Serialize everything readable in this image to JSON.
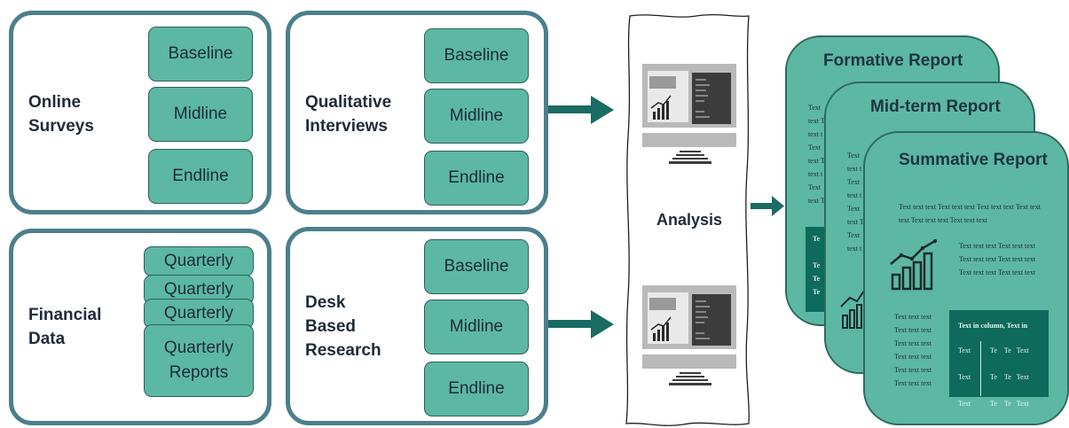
{
  "groups": [
    {
      "label": "Online\nSurveys",
      "items": [
        "Baseline",
        "Midline",
        "Endline"
      ]
    },
    {
      "label": "Qualitative\nInterviews",
      "items": [
        "Baseline",
        "Midline",
        "Endline"
      ]
    },
    {
      "label": "Financial\nData",
      "items": [
        "Quarterly",
        "Quarterly",
        "Quarterly",
        "Quarterly\nReports"
      ]
    },
    {
      "label": "Desk\nBased\nResearch",
      "items": [
        "Baseline",
        "Midline",
        "Endline"
      ]
    }
  ],
  "analysis": {
    "label": "Analysis"
  },
  "reports": [
    {
      "title": "Formative Report"
    },
    {
      "title": "Mid-term Report"
    },
    {
      "title": "Summative Report",
      "paragraph": "Text text text Text text text Text text text Text text\ntext Text text text Text text text",
      "side_text": "Text text text Text text text\nText text text Text text text\nText text text Text text text",
      "left_list": "Text text text\nText text text\nText text text\nText text text\nText text text\nText text text",
      "table_header": "Text in column, Text in"
    }
  ],
  "colors": {
    "border": "#4c7f8c",
    "pill": "#5cb8a3",
    "arrow": "#1a6b63",
    "report": "#5cb8a3",
    "dark": "#0e6a5a"
  }
}
